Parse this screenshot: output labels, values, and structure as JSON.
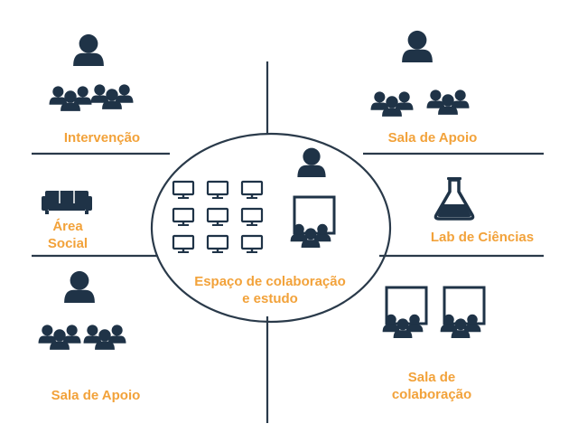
{
  "colors": {
    "label": "#f2a23a",
    "icon": "#1f3347",
    "line": "#2a3a4a"
  },
  "labels": {
    "intervencao": "Intervenção",
    "sala_apoio_top": "Sala de Apoio",
    "area_social_1": "Área",
    "area_social_2": "Social",
    "lab_ciencias": "Lab de Ciências",
    "espaco_1": "Espaço de colaboração",
    "espaco_2": "e estudo",
    "sala_apoio_bottom": "Sala de Apoio",
    "sala_colab_1": "Sala de",
    "sala_colab_2": "colaboração"
  },
  "icons": {
    "presenter_group": "presenter-with-audience-icon",
    "sofa": "sofa-icon",
    "flask": "flask-icon",
    "monitor": "monitor-icon",
    "board_group": "whiteboard-group-icon"
  }
}
